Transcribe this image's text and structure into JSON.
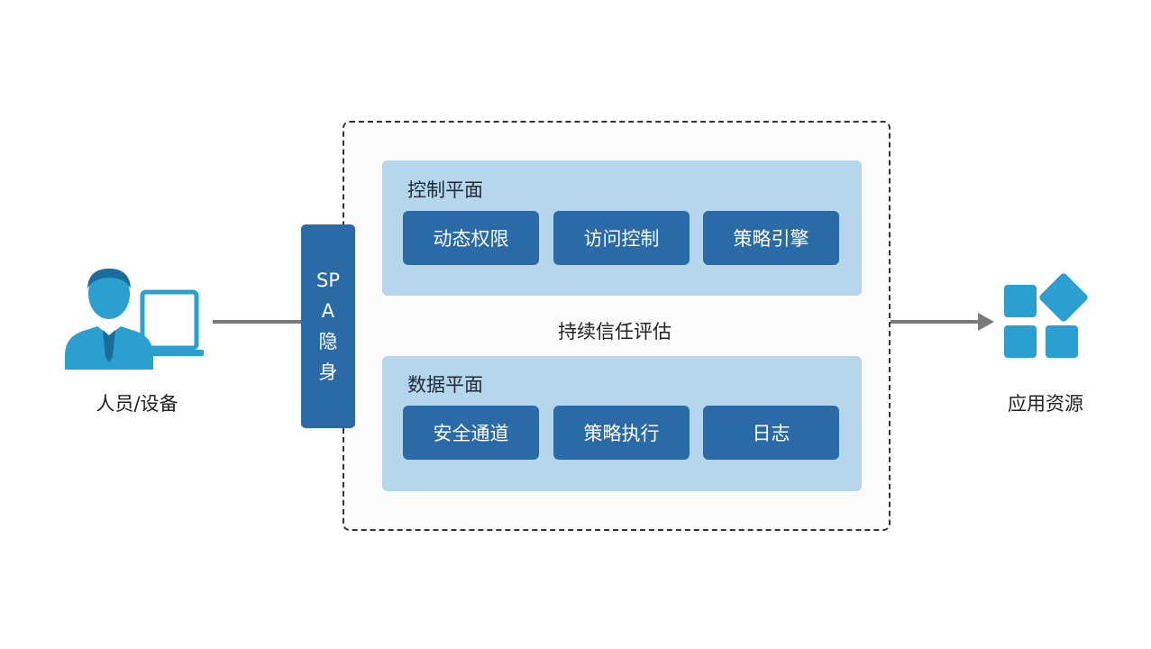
{
  "spa": {
    "label": "SPA隐身"
  },
  "user": {
    "label": "人员/设备"
  },
  "resource": {
    "label": "应用资源"
  },
  "control_plane": {
    "title": "控制平面",
    "modules": [
      "动态权限",
      "访问控制",
      "策略引擎"
    ]
  },
  "data_plane": {
    "title": "数据平面",
    "modules": [
      "安全通道",
      "策略执行",
      "日志"
    ]
  },
  "middle": {
    "label": "持续信任评估"
  },
  "colors": {
    "module_fill": "#2a6aa6",
    "plane_fill": "#b6d6ec",
    "icon_blue": "#2a9fd0",
    "arrow_gray": "#7a7a7a"
  }
}
